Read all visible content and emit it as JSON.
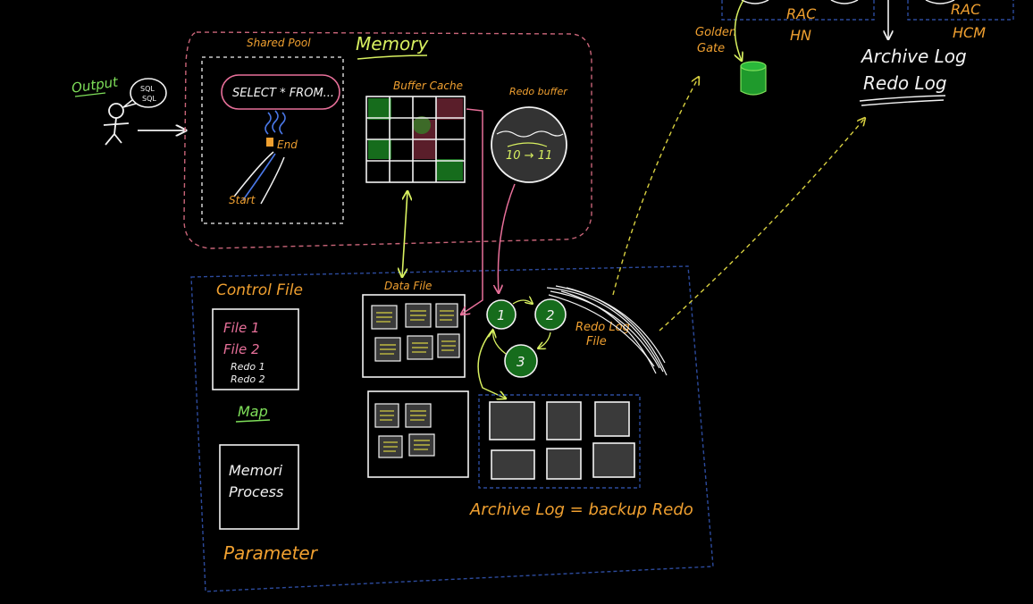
{
  "labels": {
    "output": "Output",
    "sql_bubble_1": "SQL",
    "sql_bubble_2": "SQL",
    "shared_pool": "Shared Pool",
    "memory": "Memory",
    "select_query": "SELECT * FROM...",
    "end": "End",
    "start": "Start",
    "buffer_cache": "Buffer Cache",
    "redo_buffer": "Redo buffer",
    "redo_counter": "10 → 11",
    "control_file": "Control File",
    "control_file_lines": [
      "File 1",
      "File 2",
      "Redo 1",
      "Redo 2"
    ],
    "map": "Map",
    "memory_process_1": "Memori",
    "memory_process_2": "Process",
    "parameter": "Parameter",
    "data_file": "Data File",
    "redo_log_1": "1",
    "redo_log_2": "2",
    "redo_log_3": "3",
    "redo_log_file_1": "Redo Log",
    "redo_log_file_2": "File",
    "archive_log_caption": "Archive Log = backup Redo",
    "golden_gate_1": "Golden",
    "golden_gate_2": "Gate",
    "rac_1": "RAC",
    "hn": "HN",
    "rac_2": "RAC",
    "hcm": "HCM",
    "archive_log_top": "Archive Log",
    "redo_log_top": "Redo Log"
  },
  "colors": {
    "background": "#000000",
    "chalk_white": "#f2f2f2",
    "orange": "#f0a030",
    "yellow_green": "#d8f060",
    "green": "#7fe05a",
    "pink": "#e8709a",
    "dashed_pink": "#c86478",
    "dashed_blue": "#2c4a9c",
    "dark_green_fill": "#166c1c",
    "maroon_fill": "#5a1e2a",
    "gray_fill": "#3a3a3a",
    "blue_stroke": "#4a78e8",
    "dashed_yellow": "#d8d040"
  }
}
